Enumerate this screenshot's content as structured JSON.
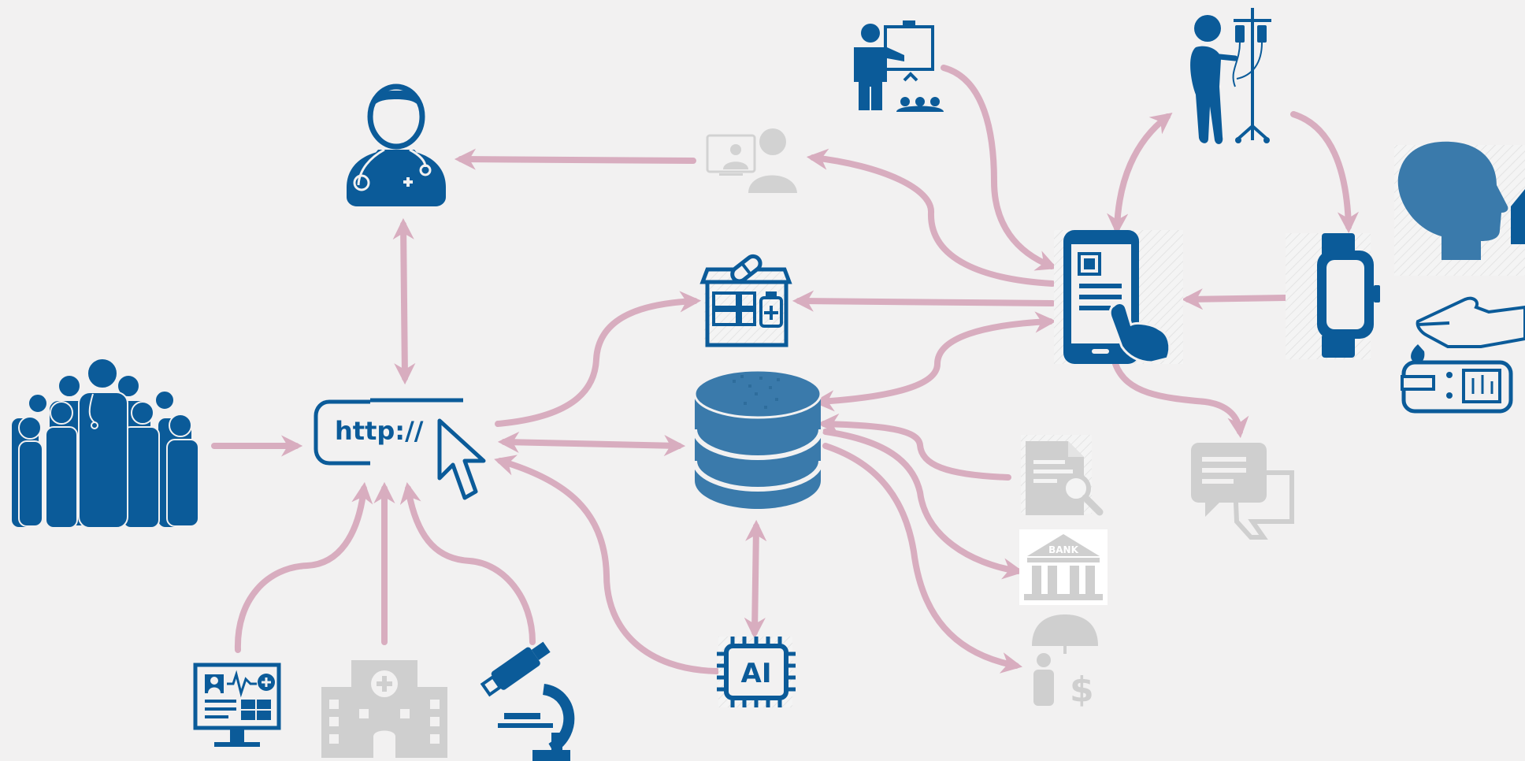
{
  "colors": {
    "background": "#f2f1f1",
    "primary_blue": "#0b5b99",
    "mid_blue": "#3a7aab",
    "faded_gray": "#cfcfcf",
    "arrow_pink": "#d8adbf"
  },
  "labels": {
    "url": "http://",
    "ai_chip": "AI",
    "bank": "BANK"
  },
  "icons": [
    "doctor-icon",
    "telemedicine-icon",
    "presenter-icon",
    "iv-patient-icon",
    "pharmacy-icon",
    "smartphone-icon",
    "smartwatch-icon",
    "head-breath-icon",
    "glucose-meter-icon",
    "healthcare-workers-icon",
    "url-cursor-icon",
    "database-icon",
    "document-search-icon",
    "chat-icon",
    "bank-icon",
    "insurance-icon",
    "ai-chip-icon",
    "medical-monitor-icon",
    "hospital-icon",
    "microscope-icon"
  ]
}
